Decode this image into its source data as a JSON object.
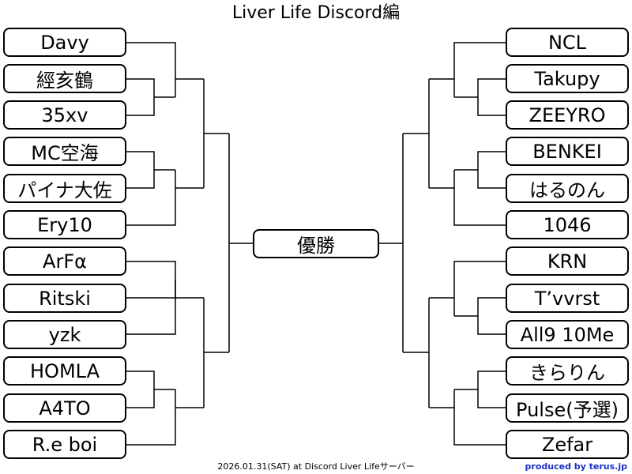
{
  "title": "Liver Life Discord編",
  "winner_label": "優勝",
  "left_players": [
    "Davy",
    "經亥鶴",
    "35xv",
    "MC空海",
    "パイナ大佐",
    "Ery10",
    "ArFα",
    "Ritski",
    "yzk",
    "HOMLA",
    "A4TO",
    "R.e boi"
  ],
  "right_players": [
    "NCL",
    "Takupy",
    "ZEEYRO",
    "BENKEI",
    "はるのん",
    "1046",
    "KRN",
    "T’vvrst",
    "All9 10Me",
    "きらりん",
    "Pulse(予選)",
    "Zefar"
  ],
  "footer": "2026.01.31(SAT) at Discord Liver Lifeサーバー",
  "credit": "produced by terus.jp",
  "colors": {
    "line": "#000000",
    "credit": "#1a2fc4"
  }
}
